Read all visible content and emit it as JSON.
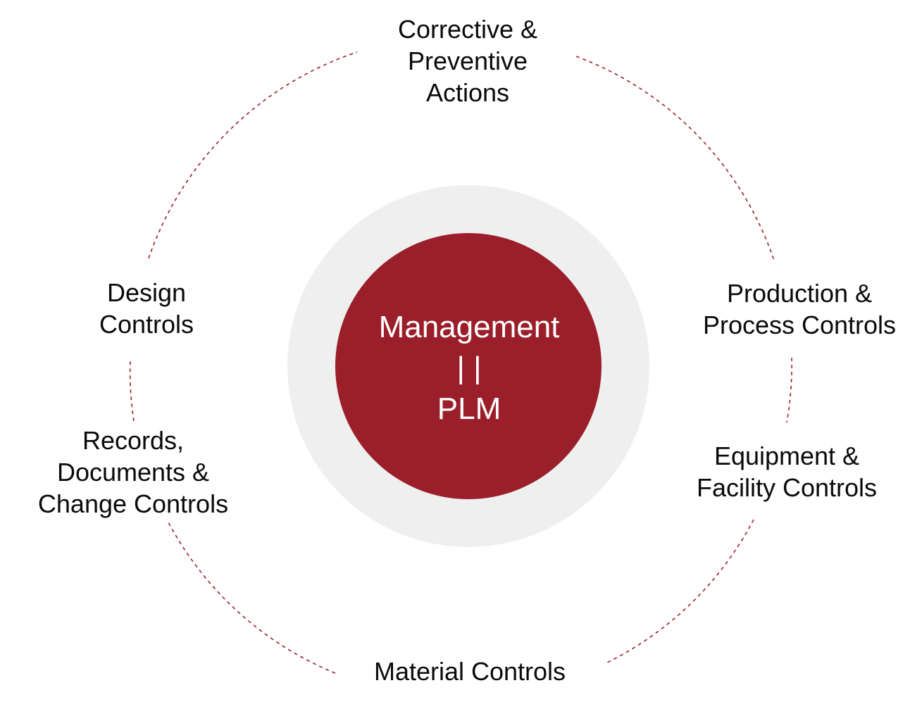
{
  "colors": {
    "accent": "#9b1f2a",
    "halo": "#efefef",
    "ring_dash": "#9b1f2a",
    "text": "#0a0a0a",
    "hub_text": "#ffffff"
  },
  "hub": {
    "line1": "Management",
    "line2": "| |",
    "line3": "PLM"
  },
  "nodes": {
    "corrective": {
      "lines": [
        "Corrective &",
        "Preventive",
        "Actions"
      ]
    },
    "production": {
      "lines": [
        "Production &",
        "Process Controls"
      ]
    },
    "equipment": {
      "lines": [
        "Equipment &",
        "Facility Controls"
      ]
    },
    "material": {
      "lines": [
        "Material Controls"
      ]
    },
    "records": {
      "lines": [
        "Records,",
        "Documents &",
        "Change Controls"
      ]
    },
    "design": {
      "lines": [
        "Design",
        "Controls"
      ]
    }
  }
}
